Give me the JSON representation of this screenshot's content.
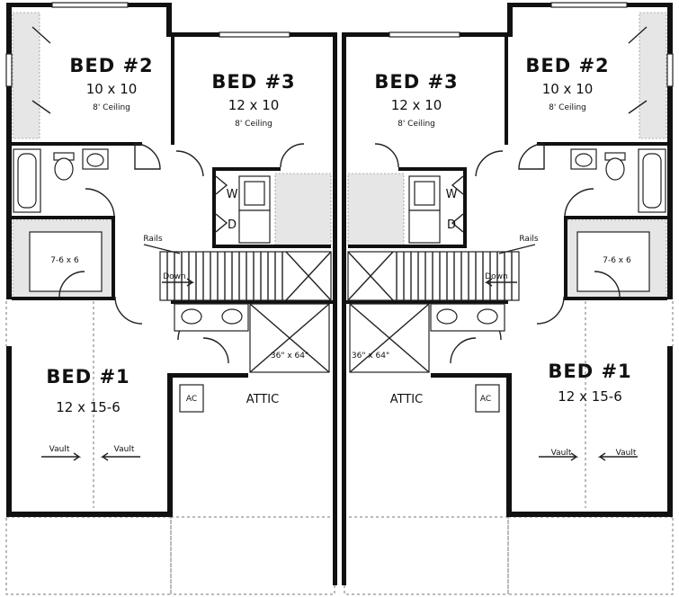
{
  "floor_plan": {
    "units": [
      {
        "bed1": {
          "name": "BED #1",
          "size": "12 x 15-6",
          "vault_left": "Vault",
          "vault_right": "Vault"
        },
        "bed2": {
          "name": "BED #2",
          "size": "10 x 10",
          "ceiling": "8' Ceiling"
        },
        "bed3": {
          "name": "BED #3",
          "size": "12 x 10",
          "ceiling": "8' Ceiling"
        },
        "closet_size": "7-6 x 6",
        "rails": "Rails",
        "stair_down": "Down",
        "washer": "W",
        "dryer": "D",
        "attic": "ATTIC",
        "ac": "AC",
        "attic_access": "36\" x 64\""
      },
      {
        "bed1": {
          "name": "BED #1",
          "size": "12 x 15-6",
          "vault_left": "Vault",
          "vault_right": "Vault"
        },
        "bed2": {
          "name": "BED #2",
          "size": "10 x 10",
          "ceiling": "8' Ceiling"
        },
        "bed3": {
          "name": "BED #3",
          "size": "12 x 10",
          "ceiling": "8' Ceiling"
        },
        "closet_size": "7-6 x 6",
        "rails": "Rails",
        "stair_down": "Down",
        "washer": "W",
        "dryer": "D",
        "attic": "ATTIC",
        "ac": "AC",
        "attic_access": "36\" x 64\""
      }
    ]
  }
}
